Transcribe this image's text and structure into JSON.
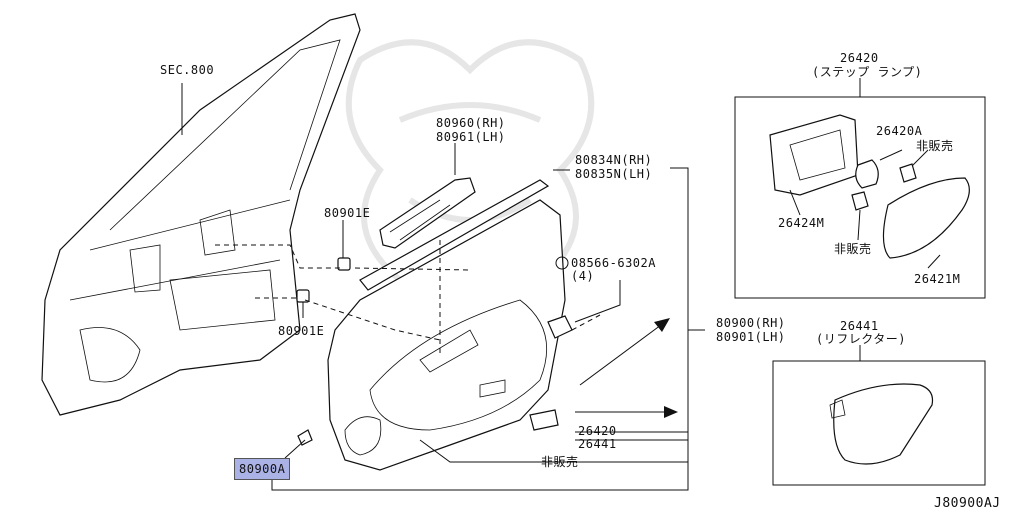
{
  "labels": {
    "sec800": "SEC.800",
    "p80960": "80960(RH)",
    "p80961": "80961(LH)",
    "p80834": "80834N(RH)",
    "p80835": "80835N(LH)",
    "p80901e_top": "80901E",
    "p80901e_bot": "80901E",
    "p08566": "08566-6302A",
    "p08566_qty": "(4)",
    "p80900": "80900(RH)",
    "p80901": "80901(LH)",
    "p26420_mid": "26420",
    "p26441_mid": "26441",
    "not_for_sale_main": "非販売",
    "p80900a": "80900A",
    "box1_code": "26420",
    "box1_name": "(ステップ ランプ)",
    "p26420a": "26420A",
    "not_for_sale_1": "非販売",
    "p26424m": "26424M",
    "not_for_sale_2": "非販売",
    "p26421m": "26421M",
    "box2_code": "26441",
    "box2_name": "(リフレクター)",
    "diagram_code": "J80900AJ"
  },
  "icons": {
    "screw_symbol": "circle-s-icon"
  },
  "colors": {
    "highlight": "#aab2e6",
    "line": "#111111"
  }
}
